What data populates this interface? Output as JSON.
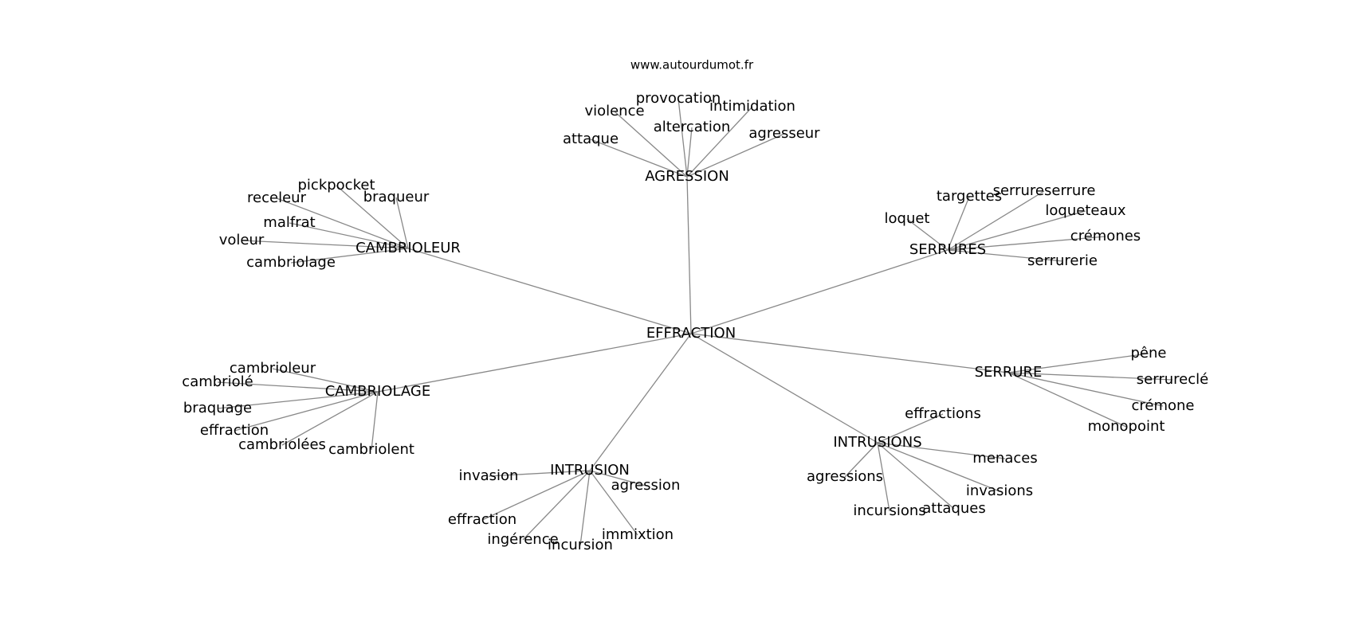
{
  "credit": "www.autourdumot.fr",
  "center": "EFFRACTION",
  "edge_color": "#888888",
  "groups": [
    {
      "hub": "AGRESSION",
      "leaves": [
        "provocation",
        "violence",
        "intimidation",
        "altercation",
        "agresseur",
        "attaque"
      ]
    },
    {
      "hub": "CAMBRIOLEUR",
      "leaves": [
        "pickpocket",
        "receleur",
        "braqueur",
        "malfrat",
        "voleur",
        "cambriolage"
      ]
    },
    {
      "hub": "SERRURES",
      "leaves": [
        "targettes",
        "serrureserrure",
        "loqueteaux",
        "loquet",
        "crémones",
        "serrurerie"
      ]
    },
    {
      "hub": "SERRURE",
      "leaves": [
        "pêne",
        "serrureclé",
        "crémone",
        "monopoint"
      ]
    },
    {
      "hub": "CAMBRIOLAGE",
      "leaves": [
        "cambrioleur",
        "cambriolé",
        "braquage",
        "effraction",
        "cambriolées",
        "cambriolent"
      ]
    },
    {
      "hub": "INTRUSIONS",
      "leaves": [
        "effractions",
        "menaces",
        "agressions",
        "invasions",
        "incursions",
        "attaques"
      ]
    },
    {
      "hub": "INTRUSION",
      "leaves": [
        "invasion",
        "agression",
        "effraction",
        "immixtion",
        "ingérence",
        "incursion"
      ]
    }
  ]
}
